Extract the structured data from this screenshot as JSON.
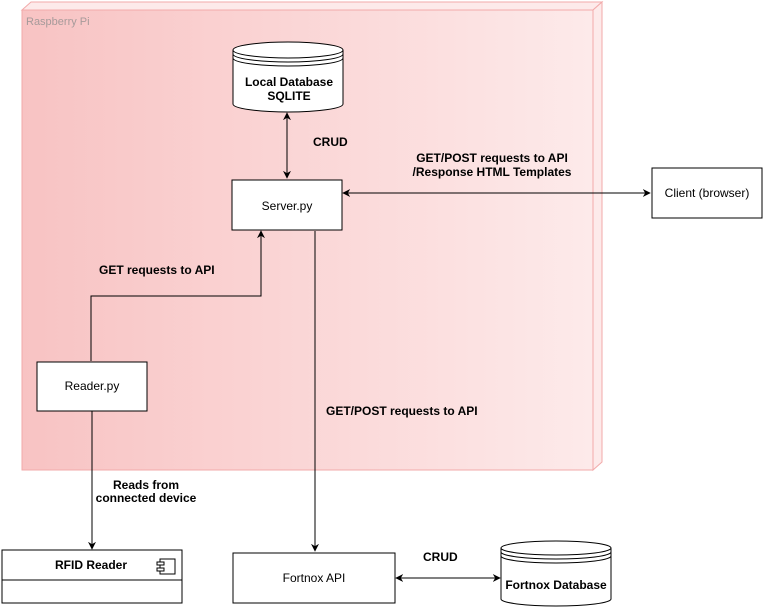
{
  "container": {
    "label": "Raspberry Pi"
  },
  "nodes": {
    "local_db": {
      "line1": "Local Database",
      "line2": "SQLITE"
    },
    "server": {
      "label": "Server.py"
    },
    "client": {
      "label": "Client (browser)"
    },
    "reader": {
      "label": "Reader.py"
    },
    "rfid": {
      "label": "RFID Reader"
    },
    "fortnox_api": {
      "label": "Fortnox API"
    },
    "fortnox_db": {
      "label": "Fortnox Database"
    }
  },
  "edges": {
    "crud_local": "CRUD",
    "client_line1": "GET/POST requests to API",
    "client_line2": "/Response HTML Templates",
    "reader_get": "GET requests to API",
    "fortnox_get_post": "GET/POST requests to API",
    "reads_line1": "Reads from",
    "reads_line2": "connected device",
    "crud_fortnox": "CRUD"
  },
  "colors": {
    "container_left": "#f8c3c3",
    "container_right": "#fdeaea",
    "container_border": "#f2aaaa",
    "container_label": "#a69a9a"
  }
}
